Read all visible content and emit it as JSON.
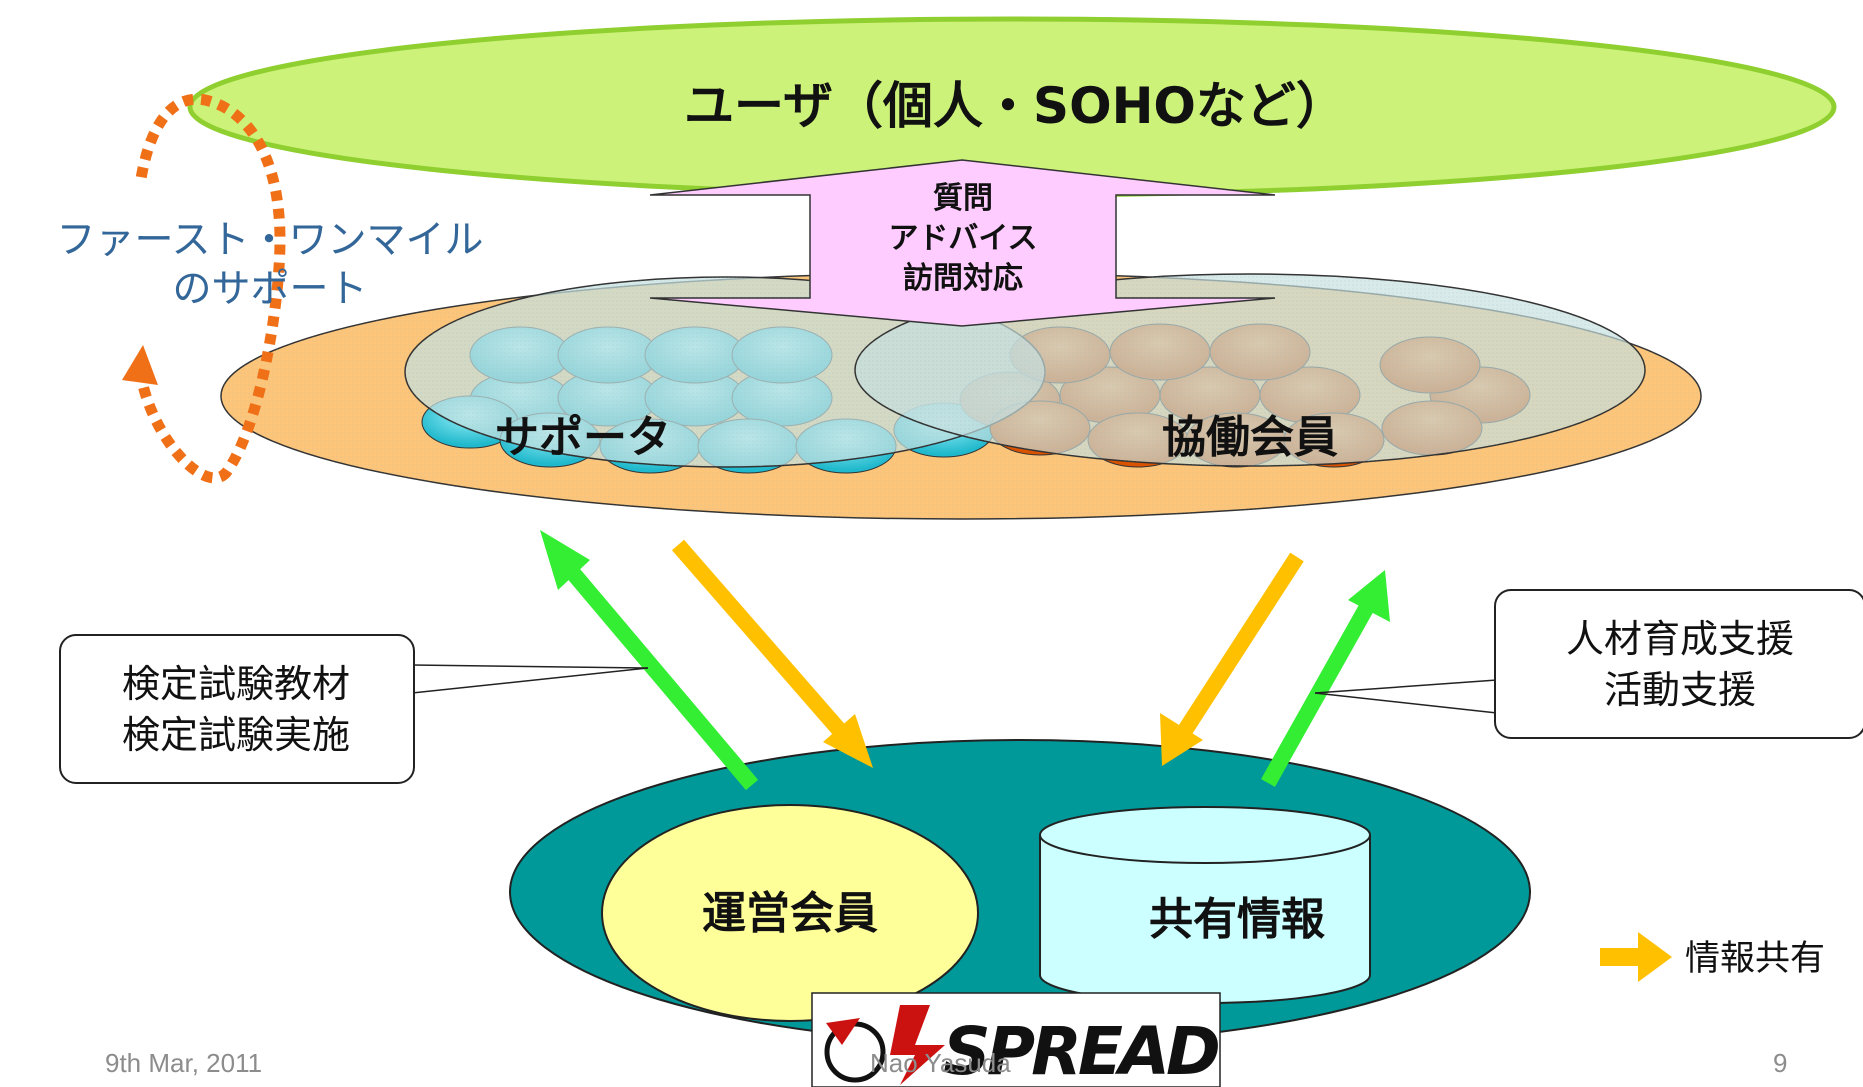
{
  "slide": {
    "user_label": "ユーザ（個人・SOHOなど）",
    "pink_arrow_lines": [
      "質問",
      "アドバイス",
      "訪問対応"
    ],
    "first_one_mile_lines": [
      "ファースト・ワンマイル",
      "のサポート"
    ],
    "supporter_label": "サポータ",
    "collab_label": "協働会員",
    "callout_left_lines": [
      "検定試験教材",
      "検定試験実施"
    ],
    "callout_right_lines": [
      "人材育成支援",
      "活動支援"
    ],
    "operating_label": "運営会員",
    "shared_info_label": "共有情報",
    "legend_label": "情報共有",
    "logo_text": "SPREAD"
  },
  "footer": {
    "date": "9th Mar, 2011",
    "author": "Nao Yasuda",
    "page": "9"
  },
  "colors": {
    "user_fill": "#ccf27a",
    "user_stroke": "#8fcf2f",
    "pink_arrow": "#ffccff",
    "support_dots": "#f07018",
    "support_text": "#336699",
    "platter": "#fcc57a",
    "supporter_ball": "#33ccdd",
    "collab_ball": "#ee6611",
    "bottom_platter": "#009999",
    "operating_fill": "#ffff99",
    "shared_fill": "#ccffff",
    "green_arrow": "#33ee33",
    "yellow_arrow": "#ffc000"
  }
}
